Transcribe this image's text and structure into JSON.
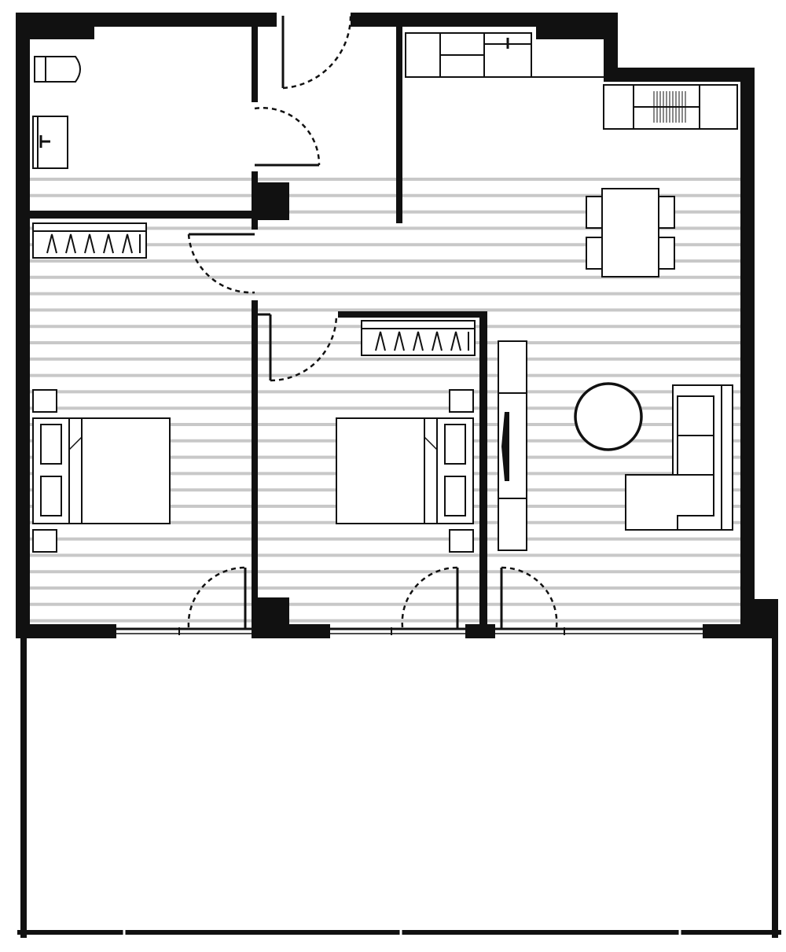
{
  "plan": {
    "type": "apartment floor plan",
    "rooms": [
      "bathroom",
      "entry hall",
      "kitchen",
      "living-dining",
      "bedroom-1",
      "bedroom-2",
      "balcony"
    ],
    "colors": {
      "wall": "#111111",
      "floor_hatch": "#c8c8c8",
      "background": "#ffffff"
    },
    "icons": [
      "toilet-icon",
      "sink-icon",
      "wardrobe-icon",
      "bed-icon",
      "nightstand-icon",
      "dining-table-icon",
      "chair-icon",
      "round-table-icon",
      "corner-sofa-icon",
      "tv-unit-icon",
      "kitchen-counter-icon",
      "stove-icon",
      "door-swing-icon",
      "window-icon"
    ]
  }
}
